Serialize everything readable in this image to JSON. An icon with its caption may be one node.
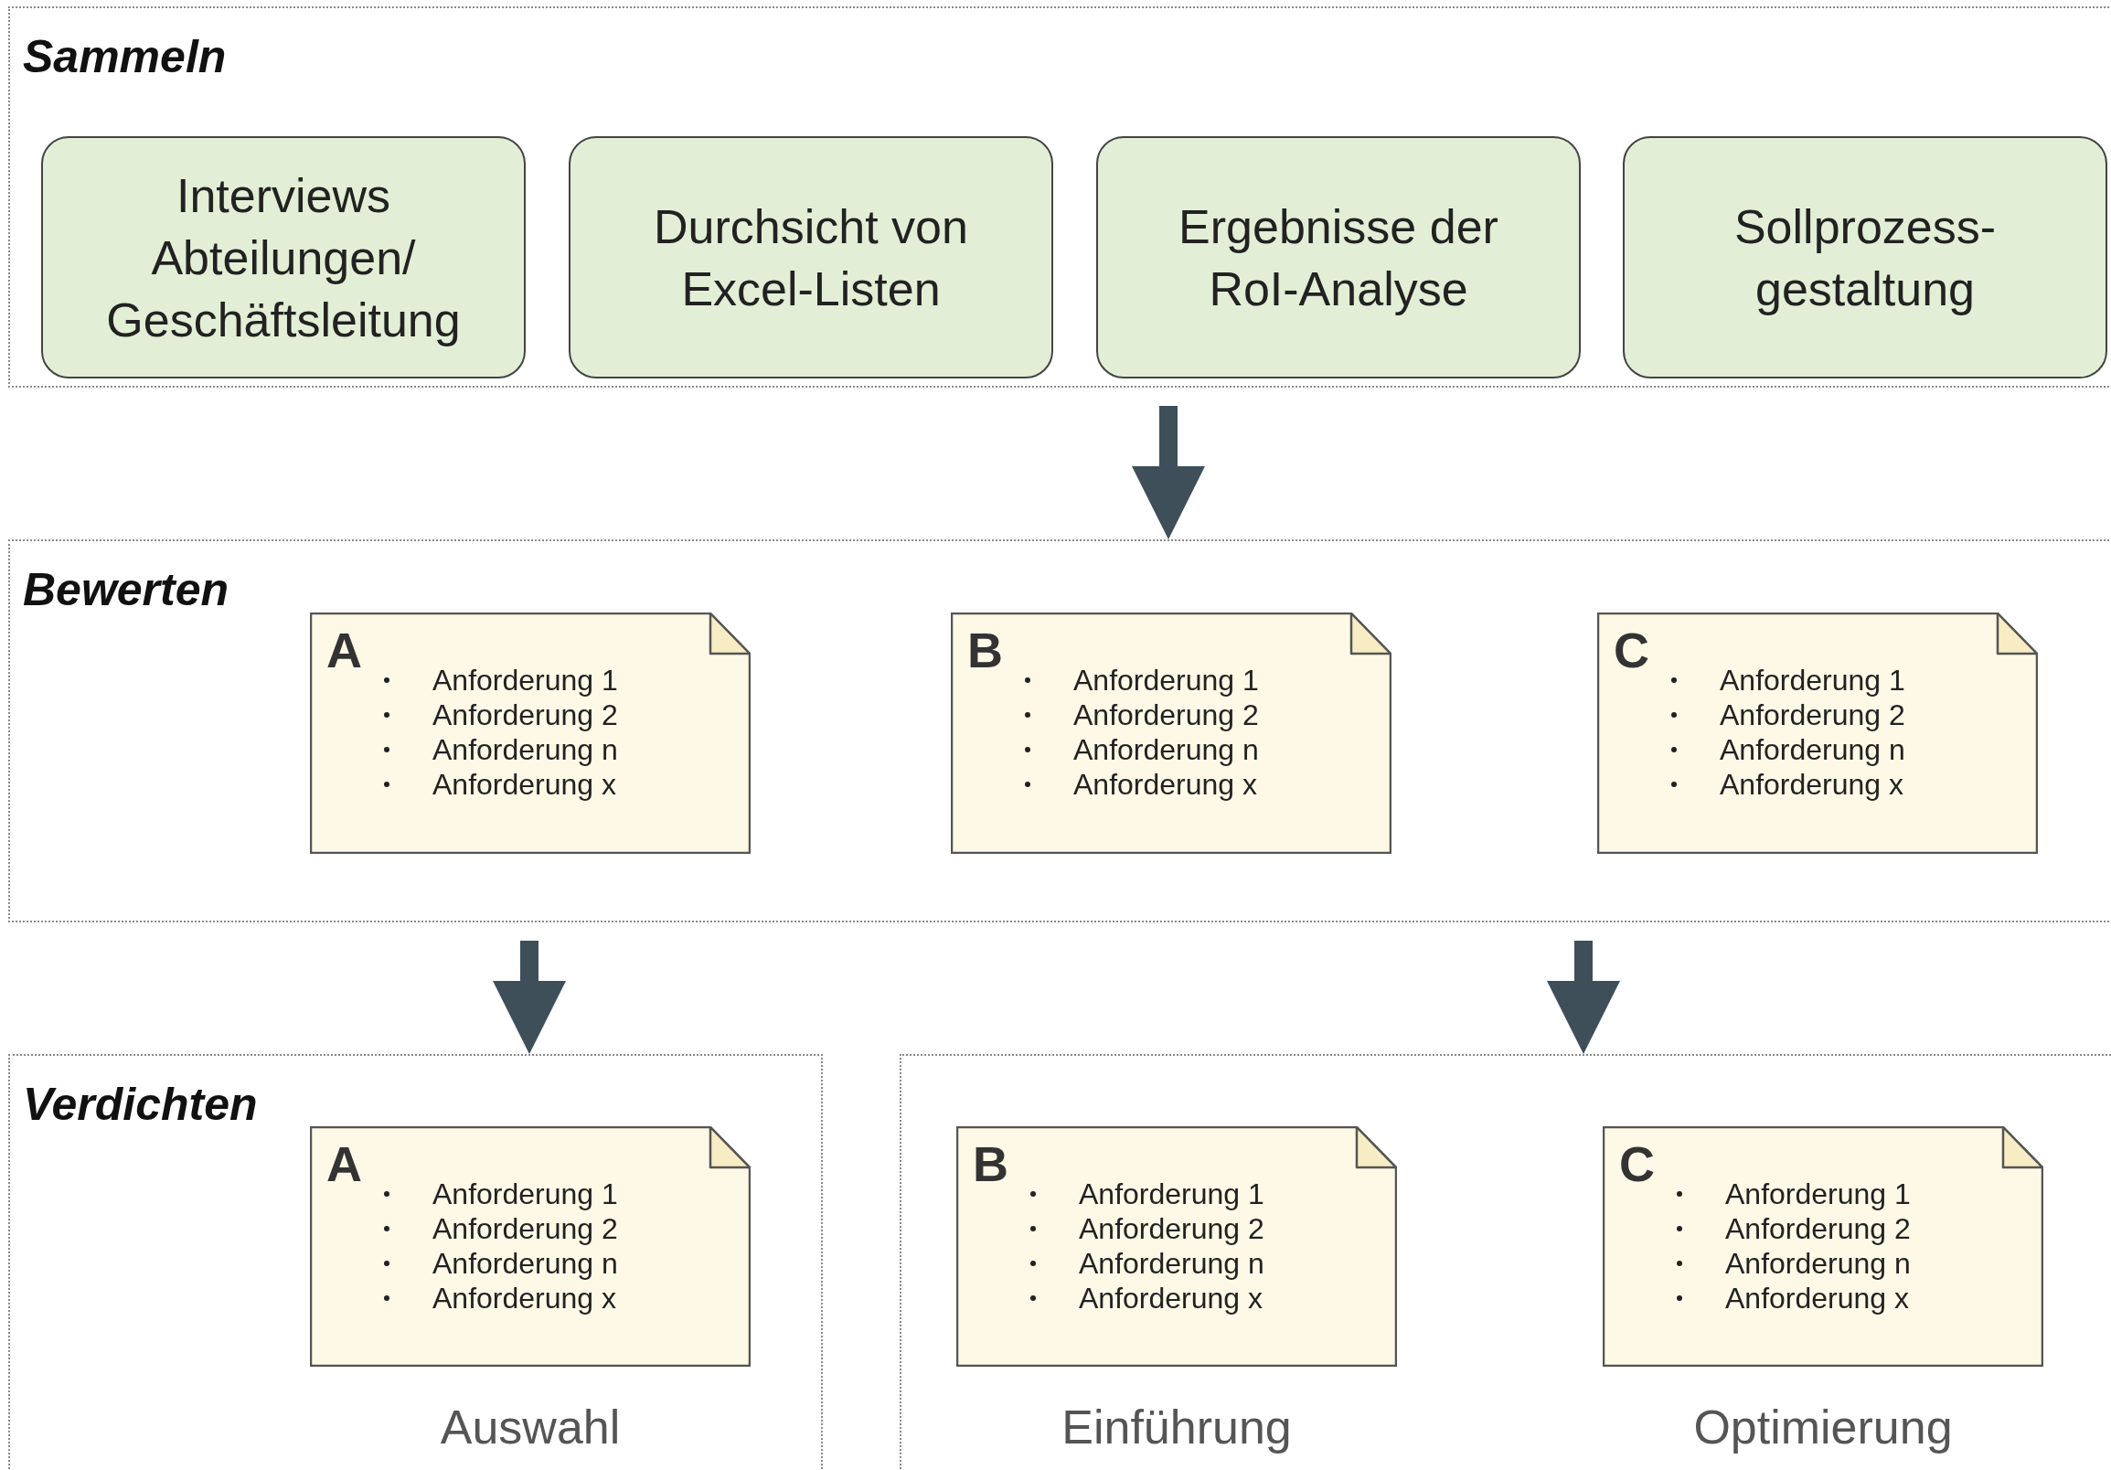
{
  "diagram": {
    "nodes": [
      {
        "text": [
          "Sammeln"
        ]
      },
      {
        "text": [
          "Interviews Abteilungen/ Geschäftsleitung"
        ],
        "in": 0
      },
      {
        "text": [
          "Durchsicht von Excel-Listen"
        ],
        "in": 0
      },
      {
        "text": [
          "Ergebnisse der RoI-Analyse"
        ],
        "in": 0
      },
      {
        "text": [
          "Sollprozess-gestaltung"
        ],
        "in": 0
      },
      {
        "text": [
          "Bewerten"
        ]
      },
      {
        "text": [
          "A",
          "Anforderung 1",
          "Anforderung 2",
          "Anforderung n",
          "Anforderung x"
        ],
        "in": 5
      },
      {
        "text": [
          "B",
          "Anforderung 1",
          "Anforderung 2",
          "Anforderung n",
          "Anforderung x"
        ],
        "in": 5
      },
      {
        "text": [
          "C",
          "Anforderung 1",
          "Anforderung 2",
          "Anforderung n",
          "Anforderung x"
        ],
        "in": 5
      },
      {
        "text": [
          "Verdichten"
        ]
      },
      {
        "text": [
          "A",
          "Anforderung 1",
          "Anforderung 2",
          "Anforderung n",
          "Anforderung x"
        ],
        "in": 9,
        "beside": [
          "Auswahl"
        ]
      },
      {
        "text": [],
        "shape": "box"
      },
      {
        "text": [
          "B",
          "Anforderung 1",
          "Anforderung 2",
          "Anforderung n",
          "Anforderung x"
        ],
        "in": 11,
        "beside": [
          "Einführung"
        ]
      },
      {
        "text": [
          "C",
          "Anforderung 1",
          "Anforderung 2",
          "Anforderung n",
          "Anforderung x"
        ],
        "in": 11,
        "beside": [
          "Optimierung"
        ]
      }
    ],
    "edges": [
      {
        "from": 0,
        "to": 5,
        "arrow": "to"
      },
      {
        "from": 5,
        "to": 9,
        "arrow": "to"
      },
      {
        "from": 5,
        "to": 11,
        "arrow": "to"
      }
    ]
  }
}
